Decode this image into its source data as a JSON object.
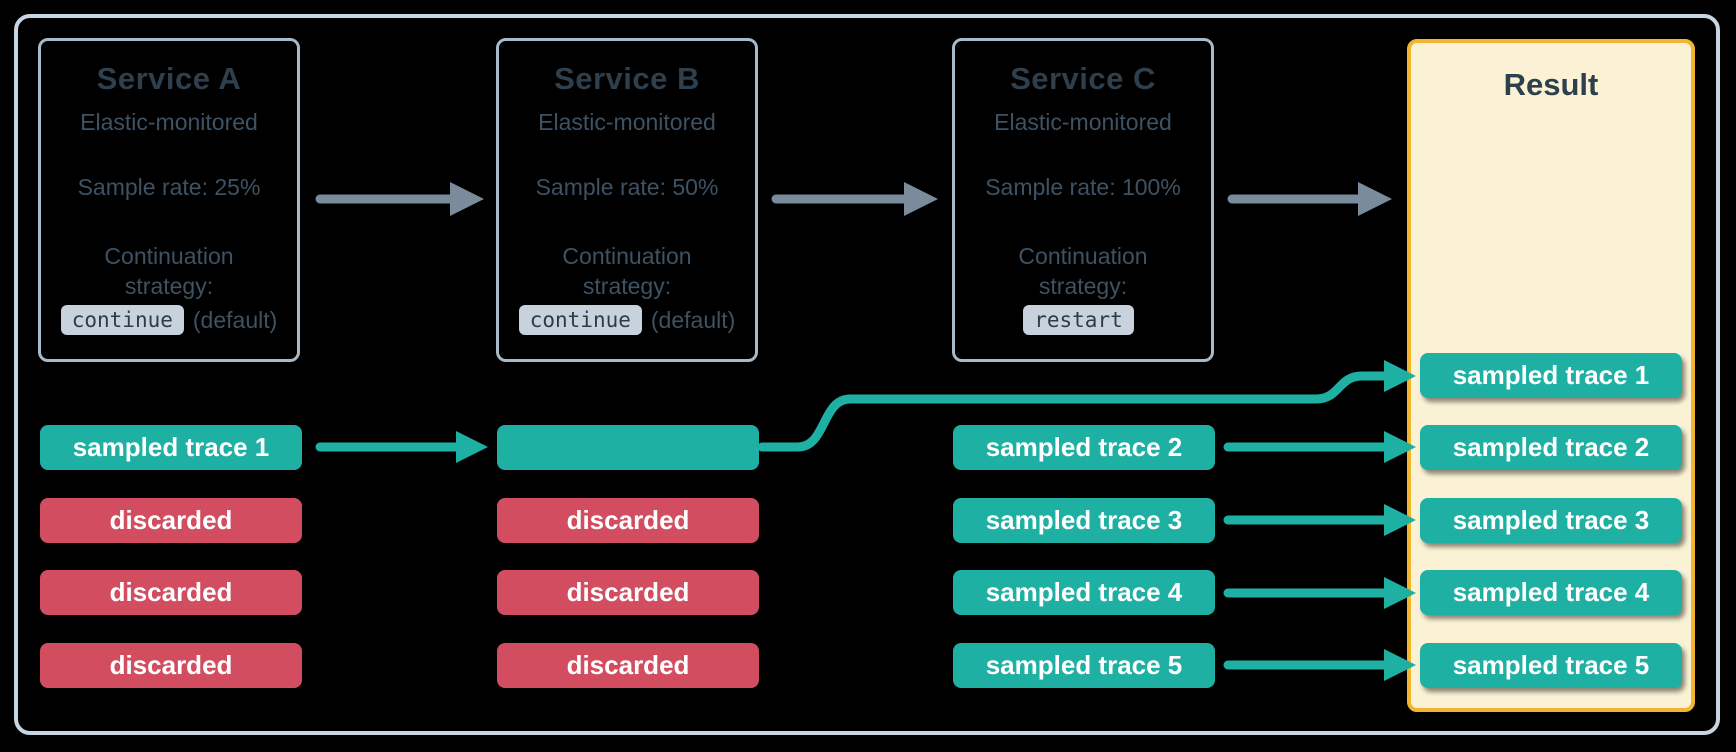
{
  "colors": {
    "background": "#000000",
    "outer_border": "#C8D4E0",
    "service_box_border": "#A8B9C7",
    "title_text": "#2E3F4E",
    "body_text": "#3E5263",
    "chip_bg": "#C7D2DC",
    "chip_text": "#2E3B4A",
    "teal": "#1FB0A4",
    "red": "#D24D60",
    "pill_text": "#FFFFFF",
    "result_bg": "#FBF2D5",
    "result_border": "#F1B52F",
    "arrow_gray": "#7A8B9B"
  },
  "services": [
    {
      "title": "Service A",
      "monitored": "Elastic-monitored",
      "sample_rate": "Sample rate: 25%",
      "continuation_line1": "Continuation",
      "continuation_line2": "strategy:",
      "chip": "continue",
      "chip_suffix": "(default)"
    },
    {
      "title": "Service B",
      "monitored": "Elastic-monitored",
      "sample_rate": "Sample rate: 50%",
      "continuation_line1": "Continuation",
      "continuation_line2": "strategy:",
      "chip": "continue",
      "chip_suffix": "(default)"
    },
    {
      "title": "Service C",
      "monitored": "Elastic-monitored",
      "sample_rate": "Sample rate: 100%",
      "continuation_line1": "Continuation",
      "continuation_line2": "strategy:",
      "chip": "restart",
      "chip_suffix": ""
    }
  ],
  "traces": {
    "service_a": [
      {
        "label": "sampled trace 1",
        "type": "sampled"
      },
      {
        "label": "discarded",
        "type": "discarded"
      },
      {
        "label": "discarded",
        "type": "discarded"
      },
      {
        "label": "discarded",
        "type": "discarded"
      }
    ],
    "service_b": [
      {
        "label": "",
        "type": "sampled"
      },
      {
        "label": "discarded",
        "type": "discarded"
      },
      {
        "label": "discarded",
        "type": "discarded"
      },
      {
        "label": "discarded",
        "type": "discarded"
      }
    ],
    "service_c": [
      {
        "label": "sampled trace 2",
        "type": "sampled"
      },
      {
        "label": "sampled trace 3",
        "type": "sampled"
      },
      {
        "label": "sampled trace 4",
        "type": "sampled"
      },
      {
        "label": "sampled trace 5",
        "type": "sampled"
      }
    ]
  },
  "result": {
    "title": "Result",
    "pills": [
      "sampled trace 1",
      "sampled trace 2",
      "sampled trace 3",
      "sampled trace 4",
      "sampled trace 5"
    ]
  }
}
